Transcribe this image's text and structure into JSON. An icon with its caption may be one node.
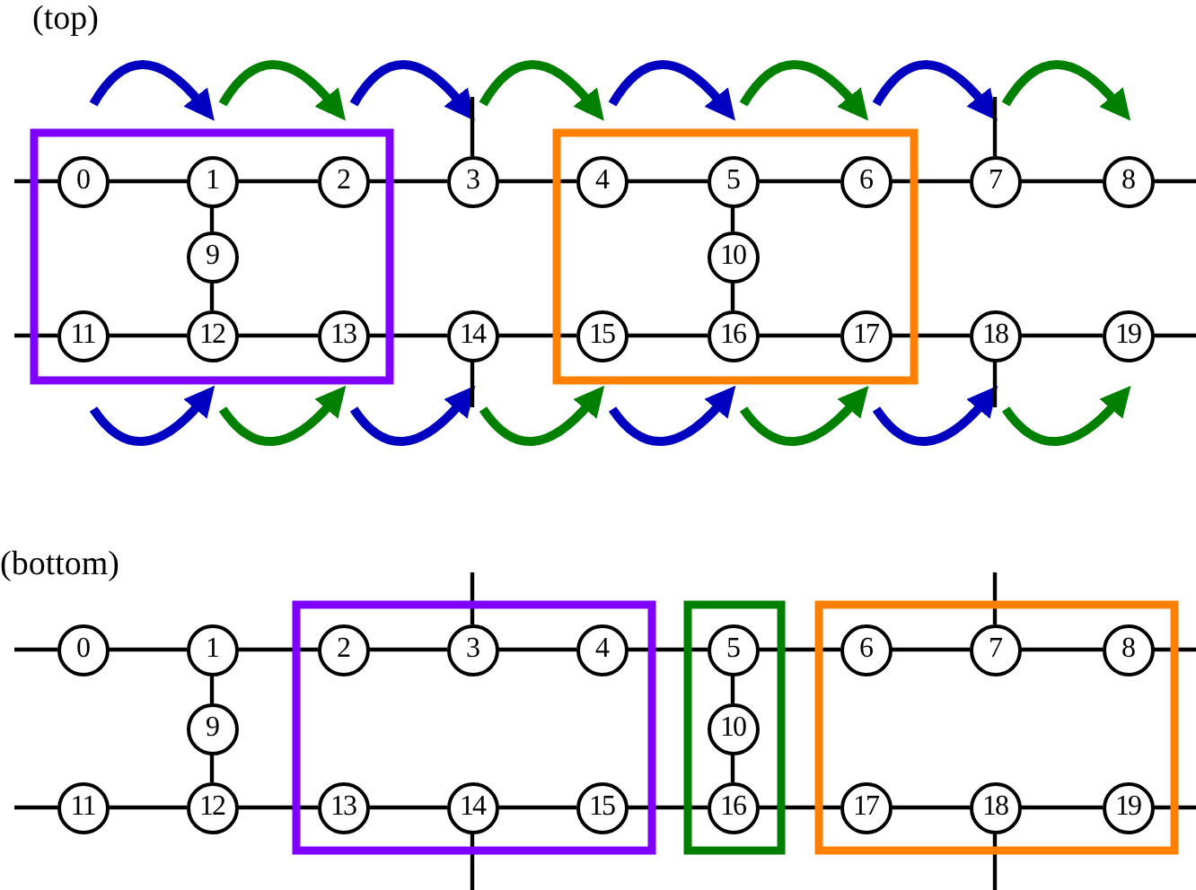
{
  "diagram": {
    "nodes": [
      {
        "text": [
          "0"
        ]
      },
      {
        "text": [
          "1"
        ]
      },
      {
        "text": [
          "2"
        ]
      },
      {
        "text": [
          "3"
        ]
      },
      {
        "text": [
          "4"
        ]
      },
      {
        "text": [
          "5"
        ]
      },
      {
        "text": [
          "6"
        ]
      },
      {
        "text": [
          "7"
        ]
      },
      {
        "text": [
          "8"
        ]
      },
      {
        "text": [
          "9"
        ]
      },
      {
        "text": [
          "10"
        ]
      },
      {
        "text": [
          "11"
        ]
      },
      {
        "text": [
          "12"
        ]
      },
      {
        "text": [
          "13"
        ]
      },
      {
        "text": [
          "14"
        ]
      },
      {
        "text": [
          "15"
        ]
      },
      {
        "text": [
          "16"
        ]
      },
      {
        "text": [
          "17"
        ]
      },
      {
        "text": [
          "18"
        ]
      },
      {
        "text": [
          "19"
        ]
      },
      {
        "text": [
          "0"
        ]
      },
      {
        "text": [
          "1"
        ]
      },
      {
        "text": [
          "2"
        ]
      },
      {
        "text": [
          "3"
        ]
      },
      {
        "text": [
          "4"
        ]
      },
      {
        "text": [
          "5"
        ]
      },
      {
        "text": [
          "6"
        ]
      },
      {
        "text": [
          "7"
        ]
      },
      {
        "text": [
          "8"
        ]
      },
      {
        "text": [
          "9"
        ]
      },
      {
        "text": [
          "10"
        ]
      },
      {
        "text": [
          "11"
        ]
      },
      {
        "text": [
          "12"
        ]
      },
      {
        "text": [
          "13"
        ]
      },
      {
        "text": [
          "14"
        ]
      },
      {
        "text": [
          "15"
        ]
      },
      {
        "text": [
          "16"
        ]
      },
      {
        "text": [
          "17"
        ]
      },
      {
        "text": [
          "18"
        ]
      },
      {
        "text": [
          "19"
        ]
      }
    ],
    "edges": [
      {
        "from": null,
        "to": 0,
        "arrow": "none"
      },
      {
        "from": 0,
        "to": 1,
        "arrow": "none"
      },
      {
        "from": 1,
        "to": 2,
        "arrow": "none"
      },
      {
        "from": 2,
        "to": 3,
        "arrow": "none"
      },
      {
        "from": 3,
        "to": 4,
        "arrow": "none"
      },
      {
        "from": 4,
        "to": 5,
        "arrow": "none"
      },
      {
        "from": 5,
        "to": 6,
        "arrow": "none"
      },
      {
        "from": 6,
        "to": 7,
        "arrow": "none"
      },
      {
        "from": 7,
        "to": 8,
        "arrow": "none"
      },
      {
        "from": 8,
        "to": null,
        "arrow": "none"
      },
      {
        "from": null,
        "to": 11,
        "arrow": "none"
      },
      {
        "from": 11,
        "to": 12,
        "arrow": "none"
      },
      {
        "from": 12,
        "to": 13,
        "arrow": "none"
      },
      {
        "from": 13,
        "to": 14,
        "arrow": "none"
      },
      {
        "from": 14,
        "to": 15,
        "arrow": "none"
      },
      {
        "from": 15,
        "to": 16,
        "arrow": "none"
      },
      {
        "from": 16,
        "to": 17,
        "arrow": "none"
      },
      {
        "from": 17,
        "to": 18,
        "arrow": "none"
      },
      {
        "from": 18,
        "to": 19,
        "arrow": "none"
      },
      {
        "from": 19,
        "to": null,
        "arrow": "none"
      },
      {
        "from": 1,
        "to": 9,
        "arrow": "none"
      },
      {
        "from": 9,
        "to": 12,
        "arrow": "none"
      },
      {
        "from": 5,
        "to": 10,
        "arrow": "none"
      },
      {
        "from": 10,
        "to": 16,
        "arrow": "none"
      },
      {
        "from": null,
        "to": 3,
        "arrow": "none"
      },
      {
        "from": null,
        "to": 7,
        "arrow": "none"
      },
      {
        "from": 14,
        "to": null,
        "arrow": "none"
      },
      {
        "from": 18,
        "to": null,
        "arrow": "none"
      },
      {
        "from": null,
        "to": 20,
        "arrow": "none"
      },
      {
        "from": 20,
        "to": 21,
        "arrow": "none"
      },
      {
        "from": 21,
        "to": 22,
        "arrow": "none"
      },
      {
        "from": 22,
        "to": 23,
        "arrow": "none"
      },
      {
        "from": 23,
        "to": 24,
        "arrow": "none"
      },
      {
        "from": 24,
        "to": 25,
        "arrow": "none"
      },
      {
        "from": 25,
        "to": 26,
        "arrow": "none"
      },
      {
        "from": 26,
        "to": 27,
        "arrow": "none"
      },
      {
        "from": 27,
        "to": 28,
        "arrow": "none"
      },
      {
        "from": 28,
        "to": null,
        "arrow": "none"
      },
      {
        "from": null,
        "to": 31,
        "arrow": "none"
      },
      {
        "from": 31,
        "to": 32,
        "arrow": "none"
      },
      {
        "from": 32,
        "to": 33,
        "arrow": "none"
      },
      {
        "from": 33,
        "to": 34,
        "arrow": "none"
      },
      {
        "from": 34,
        "to": 35,
        "arrow": "none"
      },
      {
        "from": 35,
        "to": 36,
        "arrow": "none"
      },
      {
        "from": 36,
        "to": 37,
        "arrow": "none"
      },
      {
        "from": 37,
        "to": 38,
        "arrow": "none"
      },
      {
        "from": 38,
        "to": 39,
        "arrow": "none"
      },
      {
        "from": 39,
        "to": null,
        "arrow": "none"
      },
      {
        "from": 21,
        "to": 29,
        "arrow": "none"
      },
      {
        "from": 29,
        "to": 32,
        "arrow": "none"
      },
      {
        "from": 25,
        "to": 30,
        "arrow": "none"
      },
      {
        "from": 30,
        "to": 36,
        "arrow": "none"
      },
      {
        "from": null,
        "to": 23,
        "arrow": "none"
      },
      {
        "from": null,
        "to": 27,
        "arrow": "none"
      },
      {
        "from": 34,
        "to": null,
        "arrow": "none"
      },
      {
        "from": 38,
        "to": null,
        "arrow": "none"
      }
    ],
    "labels": [
      "(top)",
      "(bottom)"
    ]
  }
}
